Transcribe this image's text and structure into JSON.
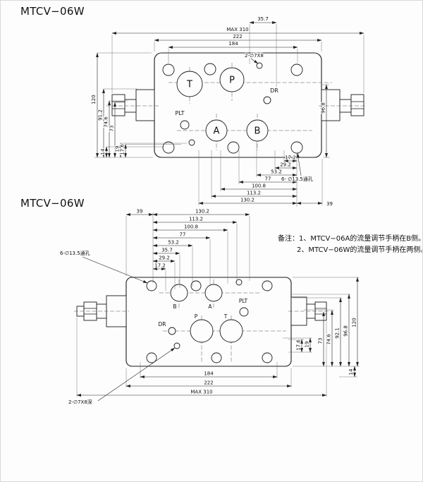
{
  "titles": {
    "top": "MTCV−06W",
    "bottom": "MTCV−06W"
  },
  "notes": {
    "line1": "备注：1、MTCV−06A的流量调节手柄在B侧。",
    "line2": "2、MTCV−06W的流量调节手柄在两侧。"
  },
  "colors": {
    "ink": "#1a1a1a",
    "paper": "#fdfdfd"
  },
  "top_view": {
    "ports": {
      "t": "T",
      "p": "P",
      "a": "A",
      "b": "B",
      "dr": "DR",
      "plt": "PLT"
    },
    "dims": {
      "d35_7": "35.7",
      "max310": "MAX 310",
      "d222": "222",
      "d184": "184",
      "hole_note_top": "2-∅7X8",
      "d120": "120",
      "d91_2": "91.2",
      "d74_6": "74.6",
      "d73": "73",
      "d19": "19",
      "d17_6": "17.6",
      "d14": "14",
      "d96_8": "96.8",
      "d17_2": "17.2",
      "d29_2": "29.2",
      "d53_2": "53.2",
      "d77": "77",
      "d100_8": "100.8",
      "d113_2": "113.2",
      "d130_2": "130.2",
      "d39": "39",
      "hole_note_bottom": "6- ∅13.5通孔"
    }
  },
  "bottom_view": {
    "ports": {
      "b": "B",
      "a": "A",
      "p": "P",
      "t": "T",
      "dr": "DR",
      "plt": "PLT"
    },
    "dims": {
      "d39": "39",
      "d130_2": "130.2",
      "d113_2": "113.2",
      "d100_8": "100.8",
      "d77": "77",
      "d53_2": "53.2",
      "d35_7": "35.7",
      "d29_2": "29.2",
      "d17_2": "17.2",
      "d73": "73",
      "d74_6": "74.6",
      "d92_1": "92.1",
      "d96_8": "96.8",
      "d120": "120",
      "d17_6": "17.6",
      "d19": "19",
      "d14": "14",
      "d184": "184",
      "d222": "222",
      "max310": "MAX 310",
      "hole_note_left": "6-∅13.5通孔",
      "hole_note_bottom": "2-∅7X8深"
    }
  }
}
